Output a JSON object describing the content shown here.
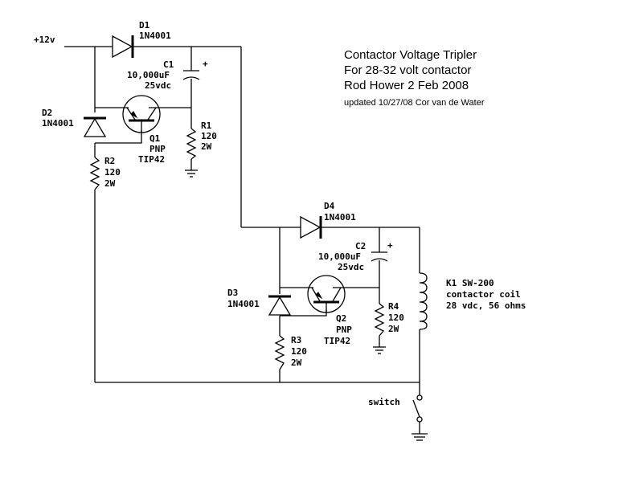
{
  "title": {
    "line1": "Contactor Voltage Tripler",
    "line2": "For 28-32 volt contactor",
    "line3": "Rod Hower 2 Feb 2008",
    "line4": "updated 10/27/08 Cor van de Water"
  },
  "supply_label": "+12v",
  "components": {
    "d1": {
      "ref": "D1",
      "part": "1N4001"
    },
    "c1": {
      "ref": "C1",
      "value": "10,000uF",
      "rating": "25vdc",
      "polarity": "+"
    },
    "d2": {
      "ref": "D2",
      "part": "1N4001"
    },
    "q1": {
      "ref": "Q1",
      "type": "PNP",
      "part": "TIP42"
    },
    "r1": {
      "ref": "R1",
      "value": "120",
      "rating": "2W"
    },
    "r2": {
      "ref": "R2",
      "value": "120",
      "rating": "2W"
    },
    "d4": {
      "ref": "D4",
      "part": "1N4001"
    },
    "c2": {
      "ref": "C2",
      "value": "10,000uF",
      "rating": "25vdc",
      "polarity": "+"
    },
    "d3": {
      "ref": "D3",
      "part": "1N4001"
    },
    "q2": {
      "ref": "Q2",
      "type": "PNP",
      "part": "TIP42"
    },
    "r4": {
      "ref": "R4",
      "value": "120",
      "rating": "2W"
    },
    "r3": {
      "ref": "R3",
      "value": "120",
      "rating": "2W"
    },
    "k1": {
      "ref": "K1 SW-200",
      "desc": "contactor coil",
      "rating": "28 vdc, 56 ohms"
    },
    "switch": {
      "label": "switch"
    }
  }
}
